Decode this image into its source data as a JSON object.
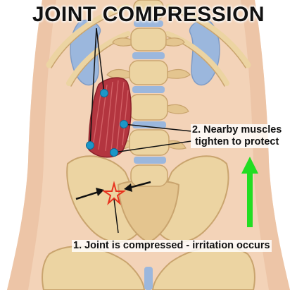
{
  "title": "JOINT COMPRESSION",
  "labels": {
    "muscles_line1": "2. Nearby muscles",
    "muscles_line2": "tighten to protect",
    "joint": "1. Joint is compressed - irritation occurs"
  },
  "icons": {
    "arrow_up": "green-up-arrow-icon",
    "irritation": "red-star-icon"
  },
  "colors": {
    "skin": "#f3d3b8",
    "bone": "#ecd4a2",
    "bone_shade": "#d2ae78",
    "muscle": "#b3353f",
    "marker": "#1b96c8",
    "arrow": "#22dd22",
    "star": "#e8321e",
    "kidney": "#9bb7dd"
  }
}
